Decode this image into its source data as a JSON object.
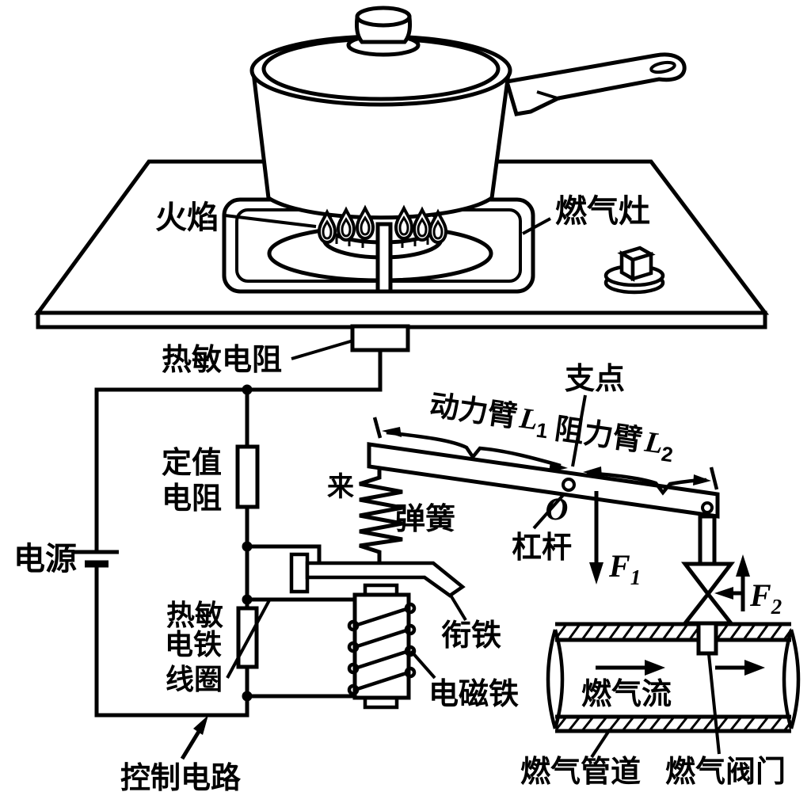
{
  "labels": {
    "flame": "火焰",
    "gas_stove": "燃气灶",
    "thermistor": "热敏电阻",
    "fulcrum": "支点",
    "effort_arm": {
      "text": "动力臂",
      "symbol": "L",
      "sub": "1"
    },
    "resistance_arm": {
      "text": "阻力臂",
      "symbol": "L",
      "sub": "2"
    },
    "stray_char": "来",
    "spring": "弹簧",
    "fixed_resistor": [
      "定值",
      "电阻"
    ],
    "power_supply": "电源",
    "lever": "杠杆",
    "pivot_point": "O",
    "force1": {
      "symbol": "F",
      "sub": "1"
    },
    "force2": {
      "symbol": "F",
      "sub": "2"
    },
    "coil": [
      "热敏",
      "电铁",
      "线圈"
    ],
    "armature": "衔铁",
    "electromagnet": "电磁铁",
    "gas_flow": "燃气流",
    "control_circuit": "控制电路",
    "gas_pipe": "燃气管道",
    "gas_valve": "燃气阀门"
  },
  "colors": {
    "line": "#000000",
    "background": "#ffffff"
  }
}
